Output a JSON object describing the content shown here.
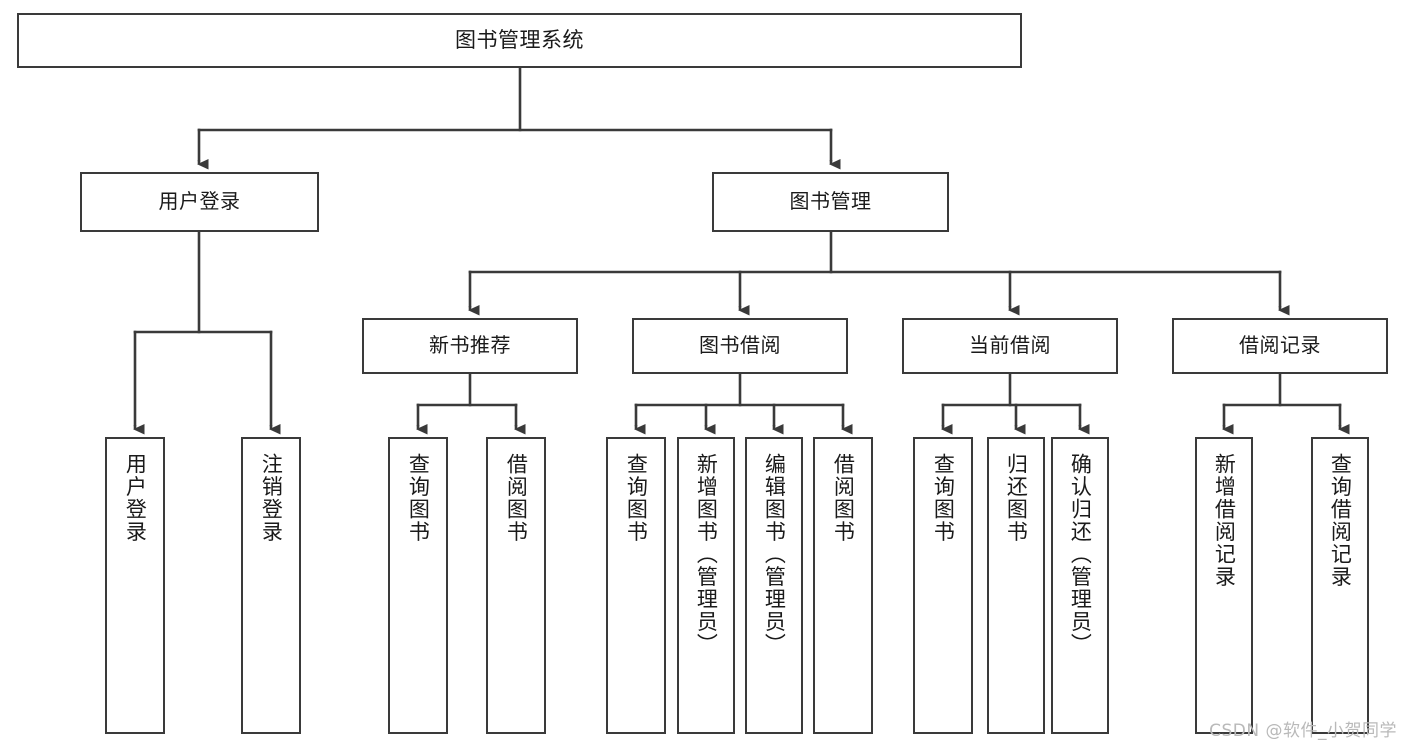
{
  "diagram": {
    "type": "tree",
    "title": "图书管理系统",
    "watermark": "CSDN @软件_小贺同学",
    "stroke_color": "#3a3a3a",
    "background_color": "#ffffff",
    "text_color": "#1a1a1a",
    "nodes": {
      "root": "图书管理系统",
      "l2": [
        "用户登录",
        "图书管理"
      ],
      "l3": [
        "新书推荐",
        "图书借阅",
        "当前借阅",
        "借阅记录"
      ],
      "leaves": {
        "user_login": [
          "用户登录",
          "注销登录"
        ],
        "new_book": [
          "查询图书",
          "借阅图书"
        ],
        "book_borrow": [
          "查询图书",
          "新增图书（管理员）",
          "编辑图书（管理员）",
          "借阅图书"
        ],
        "current_borrow": [
          "查询图书",
          "归还图书",
          "确认归还（管理员）"
        ],
        "borrow_record": [
          "新增借阅记录",
          "查询借阅记录"
        ]
      }
    },
    "edges": [
      {
        "from": "图书管理系统",
        "to": "用户登录"
      },
      {
        "from": "图书管理系统",
        "to": "图书管理"
      },
      {
        "from": "图书管理",
        "to": "新书推荐"
      },
      {
        "from": "图书管理",
        "to": "图书借阅"
      },
      {
        "from": "图书管理",
        "to": "当前借阅"
      },
      {
        "from": "图书管理",
        "to": "借阅记录"
      },
      {
        "from": "用户登录",
        "to": "用户登录"
      },
      {
        "from": "用户登录",
        "to": "注销登录"
      },
      {
        "from": "新书推荐",
        "to": "查询图书"
      },
      {
        "from": "新书推荐",
        "to": "借阅图书"
      },
      {
        "from": "图书借阅",
        "to": "查询图书"
      },
      {
        "from": "图书借阅",
        "to": "新增图书（管理员）"
      },
      {
        "from": "图书借阅",
        "to": "编辑图书（管理员）"
      },
      {
        "from": "图书借阅",
        "to": "借阅图书"
      },
      {
        "from": "当前借阅",
        "to": "查询图书"
      },
      {
        "from": "当前借阅",
        "to": "归还图书"
      },
      {
        "from": "当前借阅",
        "to": "确认归还（管理员）"
      },
      {
        "from": "借阅记录",
        "to": "新增借阅记录"
      },
      {
        "from": "借阅记录",
        "to": "查询借阅记录"
      }
    ]
  }
}
